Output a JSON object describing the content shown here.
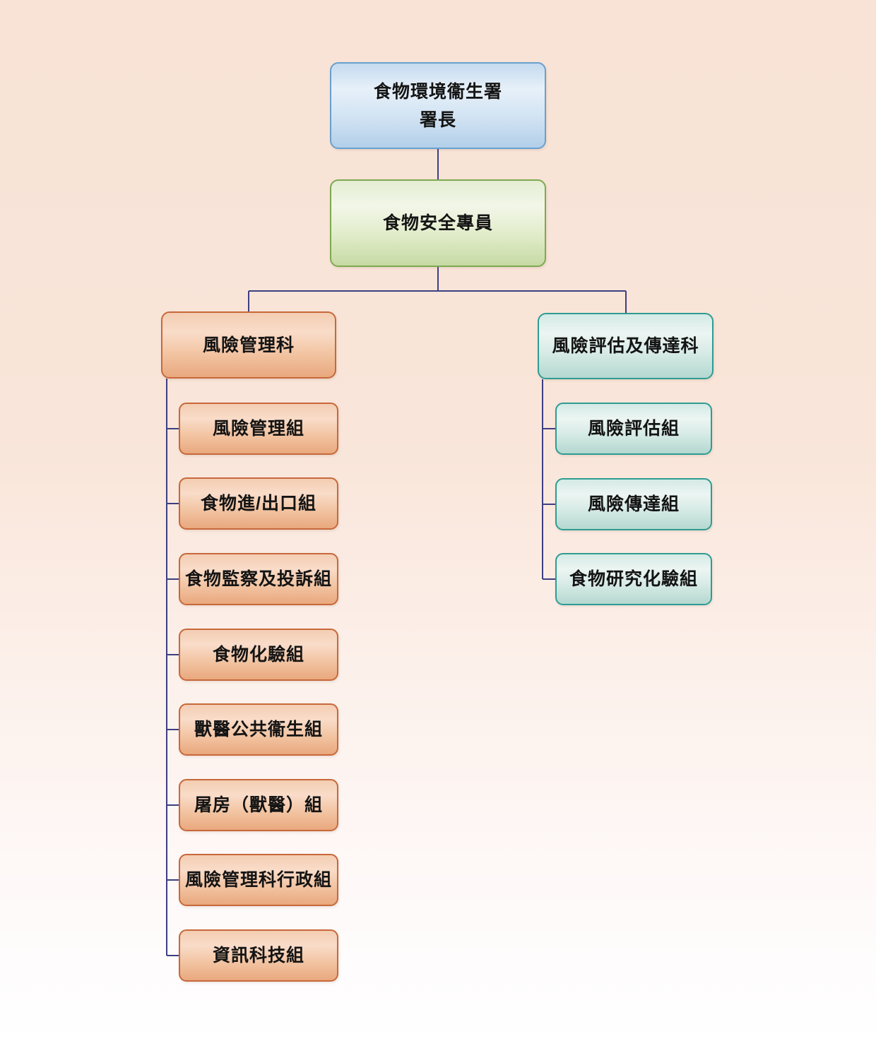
{
  "diagram": {
    "type": "org-chart",
    "root": {
      "line1": "食物環境衞生署",
      "line2": "署長"
    },
    "commissioner": {
      "label": "食物安全專員"
    },
    "branches": [
      {
        "label": "風險管理科",
        "children": [
          "風險管理組",
          "食物進/出口組",
          "食物監察及投訴組",
          "食物化驗組",
          "獸醫公共衞生組",
          "屠房（獸醫）組",
          "風險管理科行政組",
          "資訊科技組"
        ]
      },
      {
        "label": "風險評估及傳達科",
        "children": [
          "風險評估組",
          "風險傳達組",
          "食物研究化驗組"
        ]
      }
    ]
  },
  "colors": {
    "background-top": "#f8e3d6",
    "background-bottom": "#ffffff",
    "connector": "#3d3f82",
    "text": "#141414",
    "blue-border": "#68a0ce",
    "blue-light": "#e7f0f9",
    "blue-dark": "#b2cfe9",
    "green-border": "#7fa950",
    "green-light": "#f2f6e8",
    "green-dark": "#c6daa4",
    "orange-border": "#c8683a",
    "orange-light": "#f9dcc9",
    "orange-dark": "#e9a87e",
    "teal-border": "#2f9c92",
    "teal-light": "#ecf5f2",
    "teal-dark": "#b4d8d0"
  }
}
